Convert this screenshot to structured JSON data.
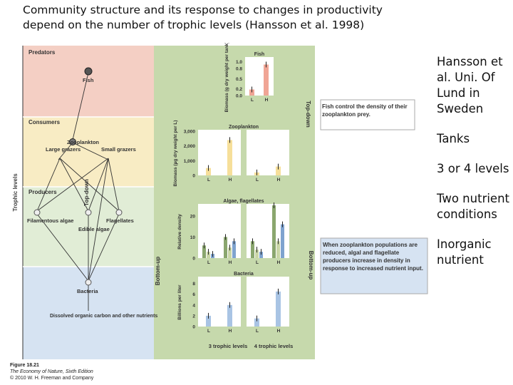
{
  "slide": {
    "title_line1": "Community structure and its response to changes in productivity",
    "title_line2": "depend on the number of trophic levels (Hansson et al. 1998)"
  },
  "notes": [
    "Hansson et al. Uni. Of Lund in Sweden",
    "Tanks",
    "3 or 4 levels",
    "Two nutrient conditions",
    "Inorganic nutrient"
  ],
  "figure": {
    "axis_label": "Trophic levels",
    "levels": [
      "Predators",
      "Consumers",
      "Producers"
    ],
    "nodes": {
      "fish": "Fish",
      "zooplankton": "Zooplankton",
      "large_grazers": "Large grazers",
      "small_grazers": "Small grazers",
      "filamentous": "Filamentous algae",
      "edible": "Edible algae",
      "flagellates": "Flagellates",
      "bacteria": "Bacteria",
      "doc": "Dissolved organic carbon and other nutrients"
    },
    "side_labels": {
      "top_down": "Top-down",
      "bottom_up": "Bottom-up"
    },
    "callout_top": "Fish control the density of their zooplankton prey.",
    "callout_bottom": "When zooplankton populations are reduced, algal and flagellate producers increase in density in response to increased nutrient input.",
    "column_labels": [
      "3 trophic levels",
      "4 trophic levels"
    ],
    "caption_line1": "Figure 18.21",
    "caption_line2": "The Economy of Nature, Sixth Edition",
    "caption_line3": "© 2010 W. H. Freeman and Company",
    "colors": {
      "predators_bg": "#f4cfc4",
      "consumers_bg": "#f8ecc4",
      "producers_bg": "#e1edd6",
      "bacteria_bg": "#d6e3f2",
      "fish_bar": "#f0a595",
      "zoo_bar": "#f6df9a",
      "filament_bar": "#8aa66e",
      "edible_bar": "#c9d6a6",
      "flag_bar": "#7fa3cf",
      "bacteria_bar": "#a9c4e4",
      "chart_green": "#c6d9ac"
    }
  },
  "chart_data": [
    {
      "type": "bar",
      "title": "Fish",
      "ylabel": "Biomass (g dry weight per tank)",
      "categories": [
        "L",
        "H"
      ],
      "yticks": [
        "1.0",
        "0.8",
        "0.5",
        "0.2",
        "0.0"
      ],
      "ylim": [
        0,
        1.1
      ],
      "series": [
        {
          "values": [
            0.18,
            0.92
          ]
        }
      ]
    },
    {
      "type": "bar",
      "title": "Zooplankton",
      "ylabel": "Biomass (µg dry weight per L)",
      "xlabel_groups": [
        "3 trophic levels",
        "4 trophic levels"
      ],
      "categories": [
        "L",
        "H",
        "L",
        "H"
      ],
      "yticks": [
        "3,000",
        "2,000",
        "1,000",
        "0"
      ],
      "ylim": [
        0,
        3000
      ],
      "series": [
        {
          "values": [
            500,
            2400,
            200,
            600
          ]
        }
      ]
    },
    {
      "type": "bar",
      "title": "Algae, flagellates",
      "ylabel": "Relative density",
      "categories": [
        "L",
        "H",
        "L",
        "H"
      ],
      "yticks": [
        "20",
        "10",
        "0"
      ],
      "ylim": [
        0,
        25
      ],
      "series": [
        {
          "name": "Filamentous",
          "values": [
            6,
            10,
            8,
            25
          ]
        },
        {
          "name": "Edible",
          "values": [
            3,
            5,
            4,
            8
          ]
        },
        {
          "name": "Flagellates",
          "values": [
            2,
            8,
            3,
            16
          ]
        }
      ]
    },
    {
      "type": "bar",
      "title": "Bacteria",
      "ylabel": "Billions per liter",
      "categories": [
        "L",
        "H",
        "L",
        "H"
      ],
      "yticks": [
        "8",
        "6",
        "4",
        "2",
        "0"
      ],
      "ylim": [
        0,
        9
      ],
      "series": [
        {
          "values": [
            2,
            4,
            1.5,
            6.5
          ]
        }
      ]
    }
  ]
}
